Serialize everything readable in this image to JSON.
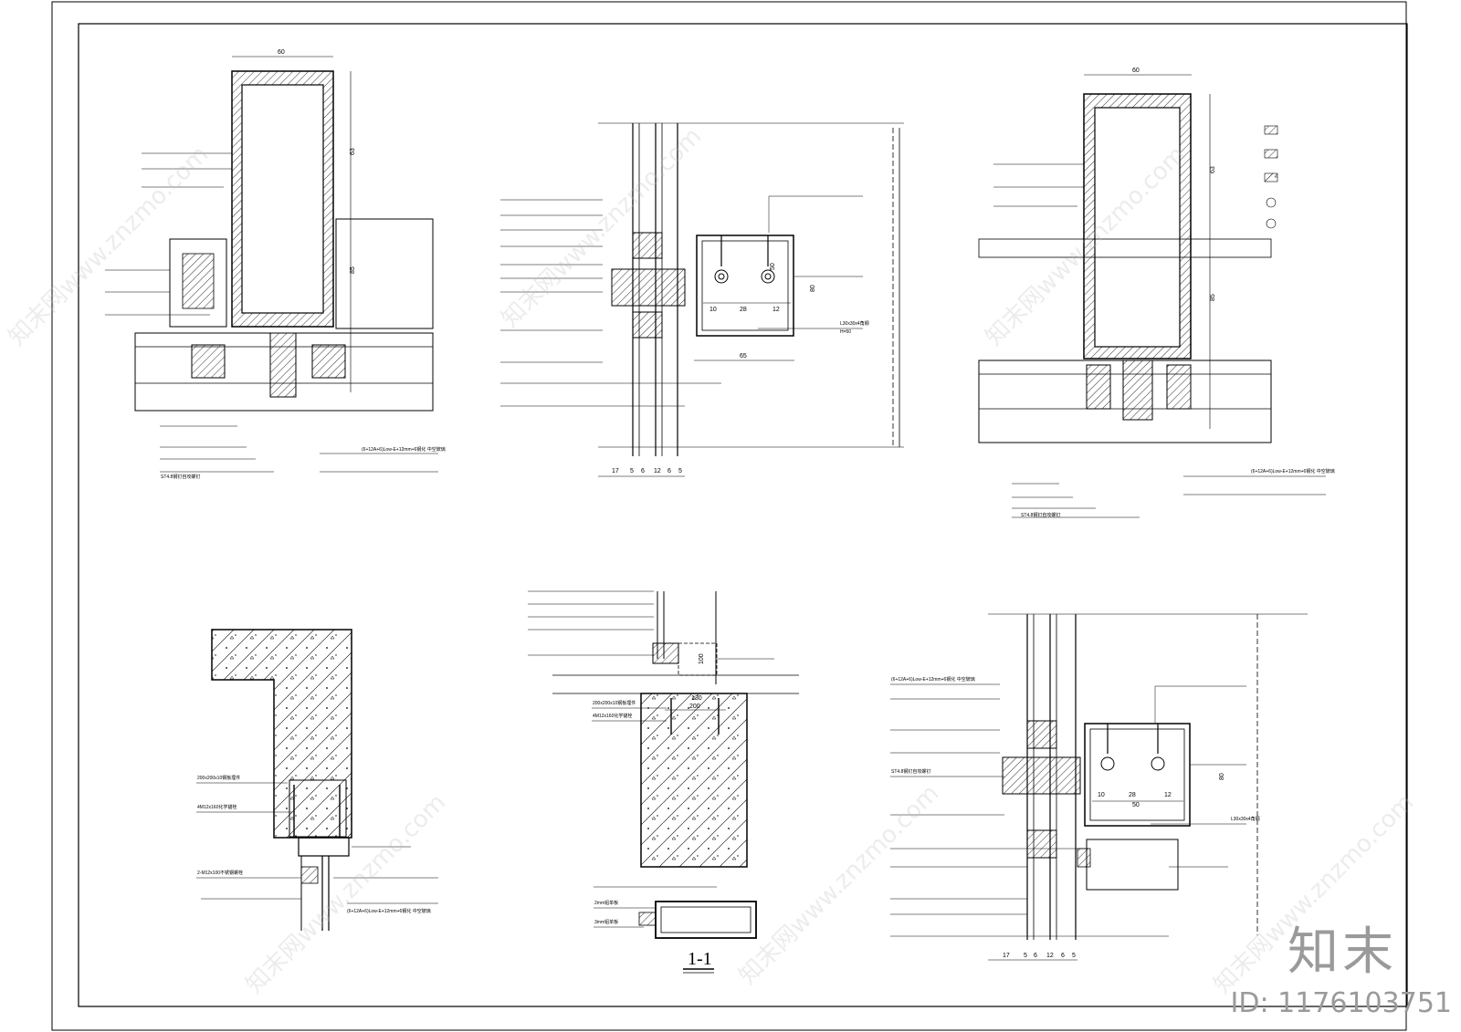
{
  "drawing": {
    "section_title": "1-1",
    "watermark_text": "知末网www.znzmo.com",
    "brand_mark": "知末",
    "id_tag": "ID: 1176103751",
    "dims": {
      "d60": "60",
      "d63": "63",
      "d85": "85",
      "d17": "17",
      "d5": "5",
      "d6": "6",
      "d12": "12",
      "d10": "10",
      "d28": "28",
      "d50": "50",
      "d65": "65",
      "d80": "80",
      "d100": "100",
      "d200": "200",
      "d130": "130"
    },
    "labels": {
      "glass_spec": "(6+12A+6)Low-E+12mm+6钢化 中空玻璃",
      "bolt_spec": "ST4.8钢钉自攻螺钉",
      "angle_spec": "L30x30x4角钢",
      "plate_spec": "200x200x10钢板埋件",
      "anchor_spec": "4M12x160化学锚栓",
      "bolts_spec": "2-M12x100不锈钢螺栓",
      "h_spec": "H=50",
      "section_spec": "2mm铝单板",
      "thk_spec": "3mm铝单板"
    }
  }
}
